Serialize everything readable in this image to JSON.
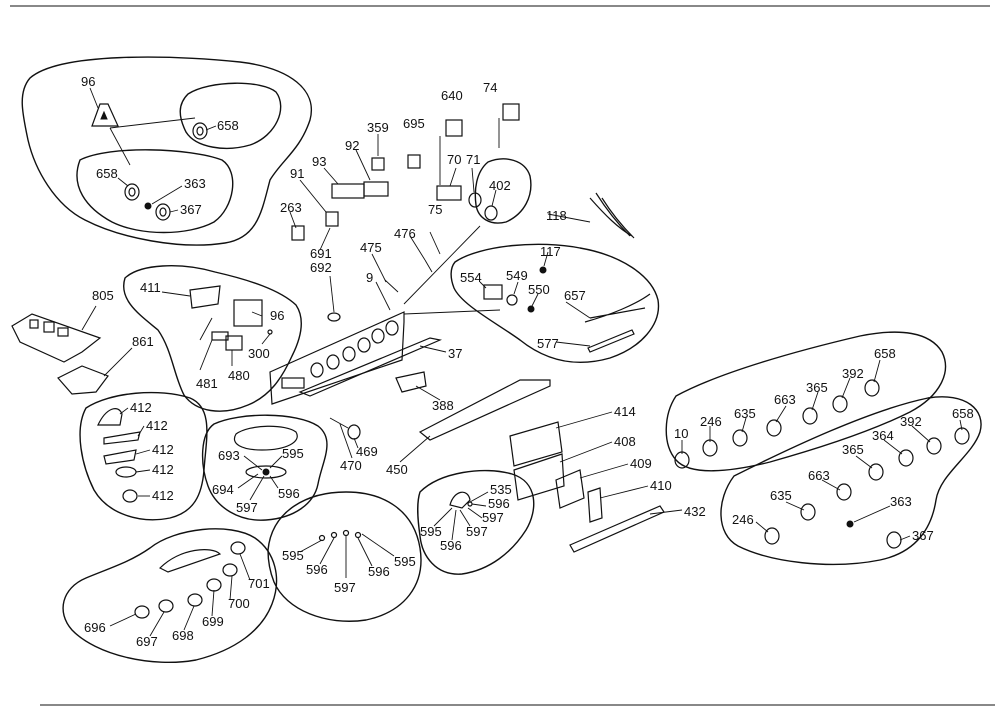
{
  "callouts": [
    {
      "id": "c96a",
      "text": "96"
    },
    {
      "id": "c658a",
      "text": "658"
    },
    {
      "id": "c658b",
      "text": "658"
    },
    {
      "id": "c363a",
      "text": "363"
    },
    {
      "id": "c367a",
      "text": "367"
    },
    {
      "id": "c359",
      "text": "359"
    },
    {
      "id": "c695",
      "text": "695"
    },
    {
      "id": "c640",
      "text": "640"
    },
    {
      "id": "c74",
      "text": "74"
    },
    {
      "id": "c92",
      "text": "92"
    },
    {
      "id": "c93",
      "text": "93"
    },
    {
      "id": "c91",
      "text": "91"
    },
    {
      "id": "c263",
      "text": "263"
    },
    {
      "id": "c691",
      "text": "691"
    },
    {
      "id": "c692",
      "text": "692"
    },
    {
      "id": "c70",
      "text": "70"
    },
    {
      "id": "c71",
      "text": "71"
    },
    {
      "id": "c402",
      "text": "402"
    },
    {
      "id": "c75",
      "text": "75"
    },
    {
      "id": "c118",
      "text": "118"
    },
    {
      "id": "c476",
      "text": "476"
    },
    {
      "id": "c475",
      "text": "475"
    },
    {
      "id": "c9",
      "text": "9"
    },
    {
      "id": "c117",
      "text": "117"
    },
    {
      "id": "c554",
      "text": "554"
    },
    {
      "id": "c549",
      "text": "549"
    },
    {
      "id": "c550",
      "text": "550"
    },
    {
      "id": "c657",
      "text": "657"
    },
    {
      "id": "c577",
      "text": "577"
    },
    {
      "id": "c805",
      "text": "805"
    },
    {
      "id": "c411",
      "text": "411"
    },
    {
      "id": "c96b",
      "text": "96"
    },
    {
      "id": "c861",
      "text": "861"
    },
    {
      "id": "c300",
      "text": "300"
    },
    {
      "id": "c481",
      "text": "481"
    },
    {
      "id": "c480",
      "text": "480"
    },
    {
      "id": "c37",
      "text": "37"
    },
    {
      "id": "c388",
      "text": "388"
    },
    {
      "id": "c412a",
      "text": "412"
    },
    {
      "id": "c412b",
      "text": "412"
    },
    {
      "id": "c412c",
      "text": "412"
    },
    {
      "id": "c412d",
      "text": "412"
    },
    {
      "id": "c412e",
      "text": "412"
    },
    {
      "id": "c693",
      "text": "693"
    },
    {
      "id": "c595a",
      "text": "595"
    },
    {
      "id": "c694",
      "text": "694"
    },
    {
      "id": "c596a",
      "text": "596"
    },
    {
      "id": "c597a",
      "text": "597"
    },
    {
      "id": "c469",
      "text": "469"
    },
    {
      "id": "c470",
      "text": "470"
    },
    {
      "id": "c450",
      "text": "450"
    },
    {
      "id": "c414",
      "text": "414"
    },
    {
      "id": "c408",
      "text": "408"
    },
    {
      "id": "c409",
      "text": "409"
    },
    {
      "id": "c410",
      "text": "410"
    },
    {
      "id": "c432",
      "text": "432"
    },
    {
      "id": "c535",
      "text": "535"
    },
    {
      "id": "c596b",
      "text": "596"
    },
    {
      "id": "c597b",
      "text": "597"
    },
    {
      "id": "c595b",
      "text": "595"
    },
    {
      "id": "c596c",
      "text": "596"
    },
    {
      "id": "c597c",
      "text": "597"
    },
    {
      "id": "c595c",
      "text": "595"
    },
    {
      "id": "c596d",
      "text": "596"
    },
    {
      "id": "c597d",
      "text": "597"
    },
    {
      "id": "c596e",
      "text": "596"
    },
    {
      "id": "c595d",
      "text": "595"
    },
    {
      "id": "c701",
      "text": "701"
    },
    {
      "id": "c700",
      "text": "700"
    },
    {
      "id": "c699",
      "text": "699"
    },
    {
      "id": "c698",
      "text": "698"
    },
    {
      "id": "c697",
      "text": "697"
    },
    {
      "id": "c696",
      "text": "696"
    },
    {
      "id": "c658c",
      "text": "658"
    },
    {
      "id": "c392a",
      "text": "392"
    },
    {
      "id": "c365a",
      "text": "365"
    },
    {
      "id": "c663a",
      "text": "663"
    },
    {
      "id": "c635a",
      "text": "635"
    },
    {
      "id": "c246a",
      "text": "246"
    },
    {
      "id": "c10",
      "text": "10"
    },
    {
      "id": "c658d",
      "text": "658"
    },
    {
      "id": "c392b",
      "text": "392"
    },
    {
      "id": "c364",
      "text": "364"
    },
    {
      "id": "c365b",
      "text": "365"
    },
    {
      "id": "c663b",
      "text": "663"
    },
    {
      "id": "c635b",
      "text": "635"
    },
    {
      "id": "c363b",
      "text": "363"
    },
    {
      "id": "c246b",
      "text": "246"
    },
    {
      "id": "c367b",
      "text": "367"
    }
  ]
}
